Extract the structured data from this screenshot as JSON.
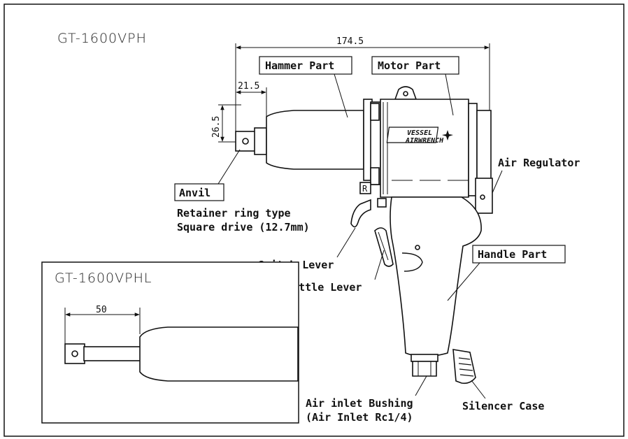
{
  "main_model": "GT-1600VPH",
  "inset_model": "GT-1600VPHL",
  "dims": {
    "overall_length": "174.5",
    "anvil_length": "21.5",
    "anvil_height": "26.5",
    "inset_length": "50"
  },
  "labels": {
    "hammer_part": "Hammer Part",
    "motor_part": "Motor Part",
    "air_regulator": "Air Regulator",
    "anvil": "Anvil",
    "retainer_line1": "Retainer ring type",
    "retainer_line2": "Square drive (12.7mm)",
    "switch_lever": "Switch Lever",
    "throttle_lever": "Throttle Lever",
    "handle_part": "Handle Part",
    "air_inlet_line1": "Air inlet Bushing",
    "air_inlet_line2": "(Air Inlet Rc1/4)",
    "silencer_case": "Silencer Case"
  },
  "logo": {
    "brand": "VESSEL",
    "product": "AIRWRENCH"
  },
  "reverse_mark": "R"
}
